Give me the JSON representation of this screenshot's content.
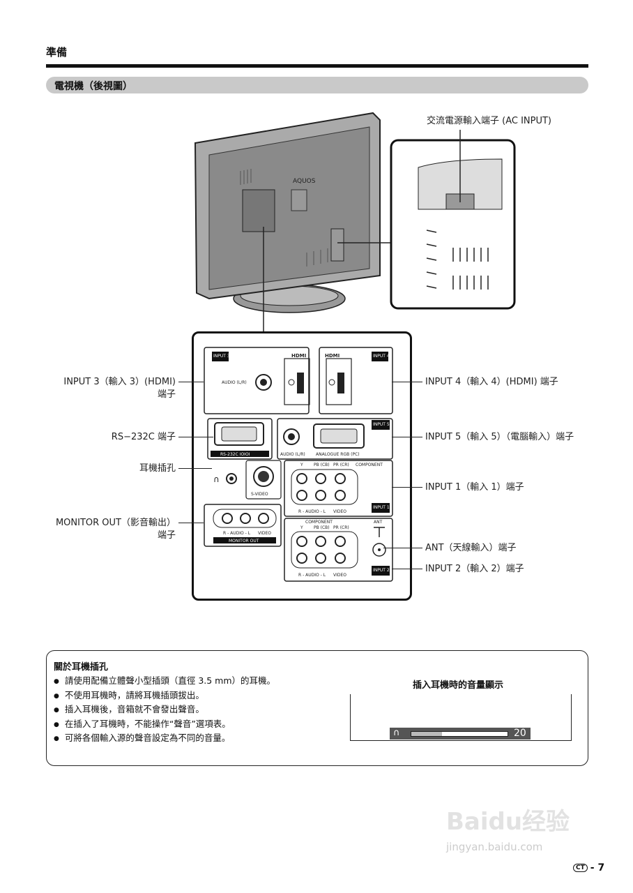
{
  "header": {
    "section": "準備",
    "subtitle": "電視機（後視圖）"
  },
  "diagram": {
    "brand": "AQUOS",
    "callouts": {
      "ac_input": "交流電源輸入端子 (AC INPUT)",
      "input3": "INPUT 3（輸入 3）(HDMI)",
      "input3_b": "端子",
      "rs232c": "RS−232C 端子",
      "headphone": "耳機插孔",
      "monitor_out": "MONITOR OUT（影音輸出）",
      "monitor_out_b": "端子",
      "input4": "INPUT 4（輸入 4）(HDMI) 端子",
      "input5": "INPUT 5（輸入 5）（電腦輸入）端子",
      "input1": "INPUT 1（輸入 1）端子",
      "ant": "ANT（天線輸入）端子",
      "input2": "INPUT 2（輸入 2）端子"
    },
    "panel_labels": {
      "input3_tag": "INPUT 3",
      "hdmi_a": "HDMI",
      "hdmi_b": "HDMI",
      "input4_tag": "INPUT 4",
      "audio_lr_a": "AUDIO (L/R)",
      "rs232c_tag": "RS-232C IOIOI",
      "audio_lr_b": "AUDIO (L/R)",
      "analogue_rgb": "ANALOGUE RGB (PC)",
      "input5_tag": "INPUT 5",
      "y_a": "Y",
      "pb_a": "PB (CB)",
      "pr_a": "PR (CR)",
      "component_a": "COMPONENT",
      "svideo": "S-VIDEO",
      "raudiol_a": "R - AUDIO - L",
      "video_a": "VIDEO",
      "input1_tag": "INPUT 1",
      "raudiol_b": "R - AUDIO - L",
      "video_b": "VIDEO",
      "monitor_out_tag": "MONITOR OUT",
      "component_b": "COMPONENT",
      "y_b": "Y",
      "pb_b": "PB (CB)",
      "pr_b": "PR (CR)",
      "ant_tag": "ANT",
      "raudiol_c": "R - AUDIO - L",
      "video_c": "VIDEO",
      "input2_tag": "INPUT 2"
    }
  },
  "note": {
    "title": "關於耳機插孔",
    "items": [
      "請使用配備立體聲小型插頭（直徑 3.5 mm）的耳機。",
      "不使用耳機時，請將耳機插頭拔出。",
      "插入耳機後，音箱就不會發出聲音。",
      "在插入了耳機時，不能操作“聲音”選項表。",
      "可將各個輸入源的聲音設定為不同的音量。"
    ],
    "volume_title": "插入耳機時的音量顯示",
    "volume_value": "20",
    "volume_level": 0.32
  },
  "watermark": {
    "logo": "Baidu经验",
    "url": "jingyan.baidu.com"
  },
  "footer": {
    "lang": "CT",
    "page": "7"
  }
}
